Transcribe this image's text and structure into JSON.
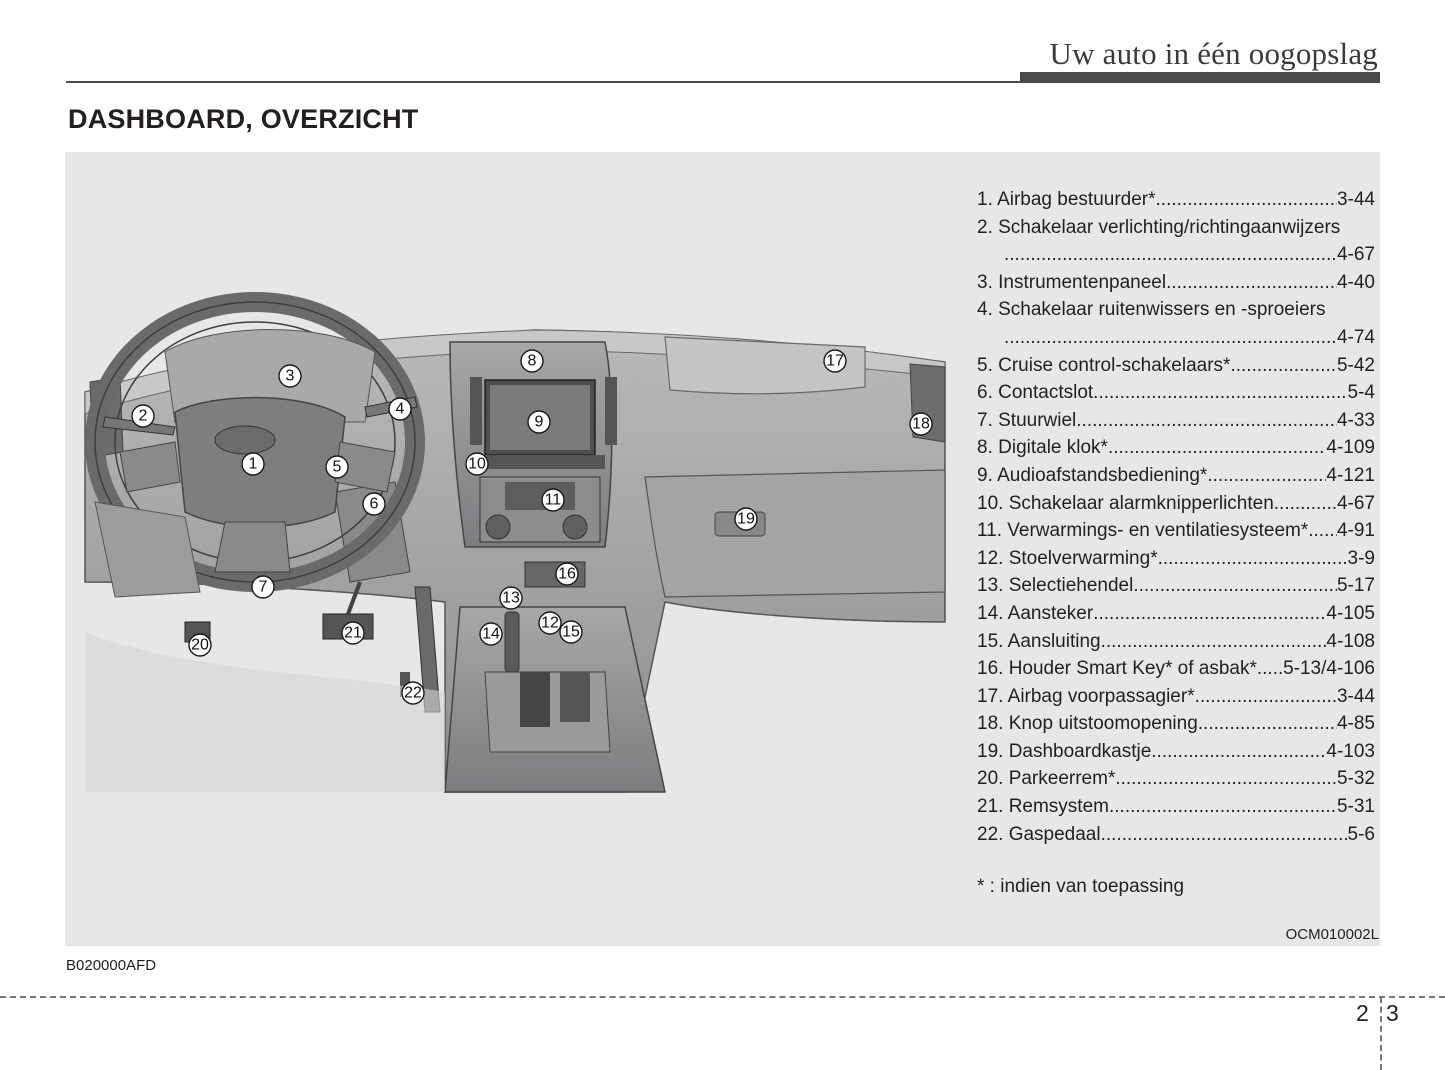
{
  "header": {
    "title": "Uw auto in één oogopslag"
  },
  "section": {
    "title": "DASHBOARD, OVERZICHT"
  },
  "legend": [
    {
      "label": "1. Airbag bestuurder*",
      "page": "3-44"
    },
    {
      "label": "2. Schakelaar verlichting/richtingaanwijzers",
      "page": ""
    },
    {
      "label": "",
      "page": "4-67"
    },
    {
      "label": "3. Instrumentenpaneel",
      "page": "4-40"
    },
    {
      "label": "4. Schakelaar ruitenwissers en -sproeiers",
      "page": ""
    },
    {
      "label": "",
      "page": "4-74"
    },
    {
      "label": "5. Cruise control-schakelaars*",
      "page": "5-42"
    },
    {
      "label": "6. Contactslot",
      "page": "5-4"
    },
    {
      "label": "7. Stuurwiel",
      "page": "4-33"
    },
    {
      "label": "8. Digitale klok*",
      "page": "4-109"
    },
    {
      "label": "9. Audioafstandsbediening*",
      "page": "4-121"
    },
    {
      "label": "10. Schakelaar alarmknipperlichten",
      "page": "4-67"
    },
    {
      "label": "11. Verwarmings- en ventilatiesysteem*",
      "page": "4-91"
    },
    {
      "label": "12. Stoelverwarming*",
      "page": "3-9"
    },
    {
      "label": "13. Selectiehendel",
      "page": "5-17"
    },
    {
      "label": "14. Aansteker",
      "page": "4-105"
    },
    {
      "label": "15. Aansluiting",
      "page": "4-108"
    },
    {
      "label": "16. Houder Smart Key* of asbak*",
      "page": "5-13/4-106"
    },
    {
      "label": "17. Airbag voorpassagier*",
      "page": "3-44"
    },
    {
      "label": "18. Knop uitstoomopening",
      "page": "4-85"
    },
    {
      "label": "19. Dashboardkastje",
      "page": "4-103"
    },
    {
      "label": "20. Parkeerrem*",
      "page": "5-32"
    },
    {
      "label": "21. Remsystem",
      "page": "5-31"
    },
    {
      "label": "22.  Gaspedaal",
      "page": "5-6"
    }
  ],
  "footnote": "* : indien van toepassing",
  "figure_code": "OCM010002L",
  "document_code": "B020000AFD",
  "page_numbers": {
    "chapter": "2",
    "page": "3"
  },
  "callouts": [
    "1",
    "2",
    "3",
    "4",
    "5",
    "6",
    "7",
    "8",
    "9",
    "10",
    "11",
    "12",
    "13",
    "14",
    "15",
    "16",
    "17",
    "18",
    "19",
    "20",
    "21",
    "22"
  ]
}
